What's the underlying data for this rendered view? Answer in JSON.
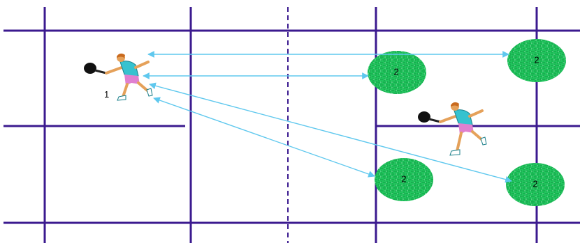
{
  "colors": {
    "court_line": "#3b1a8f",
    "arrow": "#5fc8ee",
    "zone_fill": "#22c55e",
    "zone_texture": "#15a34a",
    "zone_edge": "#ffffff",
    "player_shirt": "#36c2cf",
    "player_shorts": "#e080d0",
    "player_skin": "#e5a15a",
    "player_hair": "#c96a1e",
    "racket": "#111111"
  },
  "players": [
    {
      "id": "player-1",
      "label": "1"
    },
    {
      "id": "player-2",
      "label": ""
    }
  ],
  "zones": [
    {
      "id": "zone-near-top",
      "label": "2"
    },
    {
      "id": "zone-far-top",
      "label": "2"
    },
    {
      "id": "zone-near-bottom",
      "label": "2"
    },
    {
      "id": "zone-far-bottom",
      "label": "2"
    }
  ]
}
